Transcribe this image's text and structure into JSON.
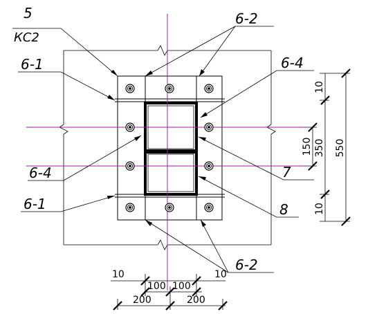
{
  "labels": {
    "top_number": "5",
    "top_sub": "КС2",
    "l_6_2_top": "6-2",
    "l_6_1_top": "6-1",
    "l_6_4_right": "6-4",
    "l_6_4_left": "6-4",
    "l_7": "7",
    "l_8": "8",
    "l_6_1_bottom": "6-1",
    "l_6_2_bottom": "6-2"
  },
  "dims_right": {
    "d10_top": "10",
    "d150": "150",
    "d350": "350",
    "d550": "550",
    "d10_bottom": "10"
  },
  "dims_bottom": {
    "d10_left": "10",
    "d100_left": "100",
    "d100_right": "100",
    "d10_right": "10",
    "d200_left": "200",
    "d200_right": "200"
  },
  "colors": {
    "axis": "#a020a0",
    "line": "#000000",
    "hatch": "#9a9a9a"
  }
}
